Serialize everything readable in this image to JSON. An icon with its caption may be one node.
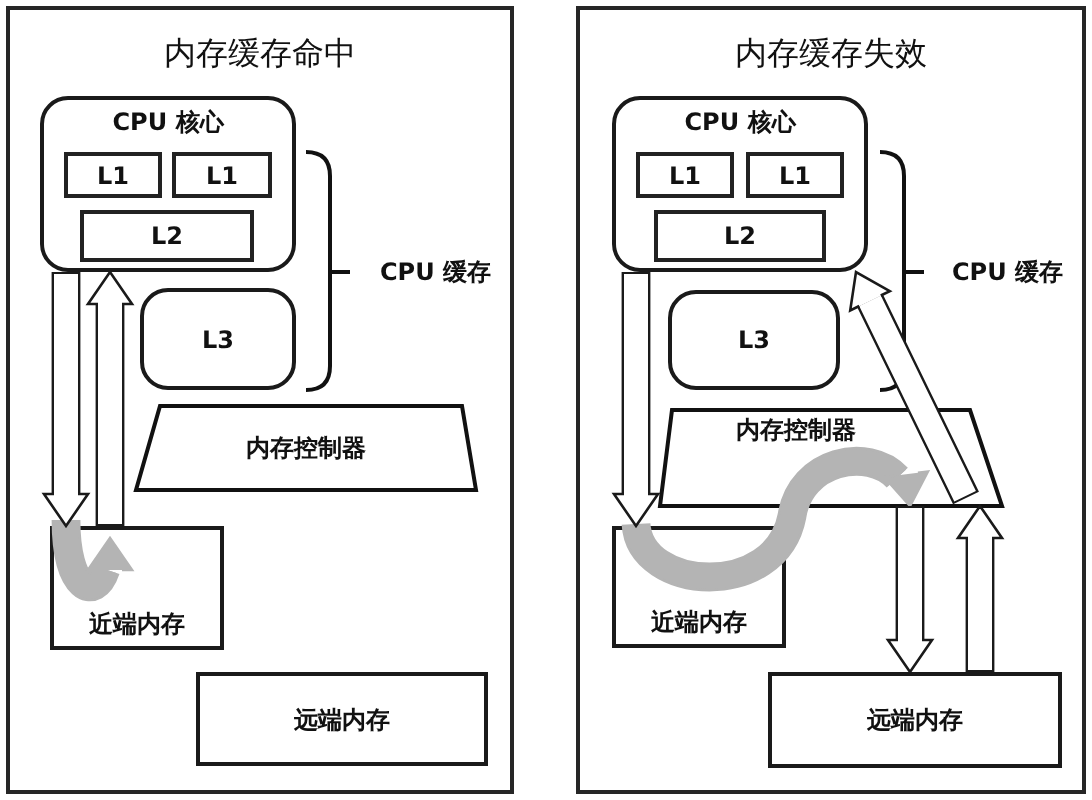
{
  "diagram": {
    "nodes": [
      {
        "text": [
          "内存缓存命中"
        ]
      },
      {
        "text": [
          "CPU 核心"
        ],
        "in": 0
      },
      {
        "text": [
          "L1"
        ],
        "in": 1
      },
      {
        "text": [
          "L1"
        ],
        "in": 1
      },
      {
        "text": [
          "L2"
        ],
        "in": 1
      },
      {
        "text": [
          "L3"
        ],
        "in": 0
      },
      {
        "text": [
          "内存控制器"
        ],
        "in": 0
      },
      {
        "text": [
          "近端内存"
        ],
        "in": 0
      },
      {
        "text": [
          "远端内存"
        ],
        "in": 0
      },
      {
        "text": [
          "内存缓存失效"
        ]
      },
      {
        "text": [
          "CPU 核心"
        ],
        "in": 9
      },
      {
        "text": [
          "L1"
        ],
        "in": 10
      },
      {
        "text": [
          "L1"
        ],
        "in": 10
      },
      {
        "text": [
          "L2"
        ],
        "in": 10
      },
      {
        "text": [
          "L3"
        ],
        "in": 9
      },
      {
        "text": [
          "内存控制器"
        ],
        "in": 9
      },
      {
        "text": [
          "近端内存"
        ],
        "in": 9
      },
      {
        "text": [
          "远端内存"
        ],
        "in": 9
      }
    ],
    "edges": [
      {
        "from": 1,
        "to": 7,
        "arrow": "to"
      },
      {
        "from": 7,
        "to": 1,
        "arrow": "to"
      },
      {
        "from": 10,
        "to": 16,
        "arrow": "to"
      },
      {
        "from": 16,
        "to": 15,
        "arrow": "to",
        "color": "#b4b4b4"
      },
      {
        "from": 15,
        "to": 17,
        "arrow": "to"
      },
      {
        "from": 17,
        "to": 15,
        "arrow": "to"
      },
      {
        "from": 15,
        "to": 10,
        "arrow": "to"
      }
    ],
    "labels": [
      "CPU 缓存",
      "CPU 缓存"
    ]
  }
}
